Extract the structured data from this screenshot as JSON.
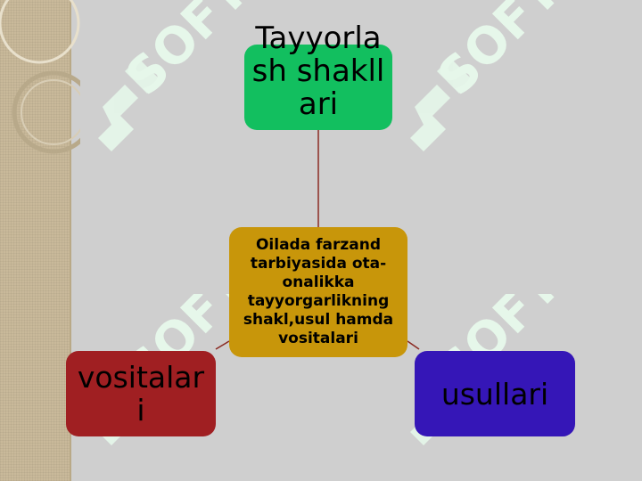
{
  "diagram": {
    "center": {
      "label": "Oilada farzand tarbiyasida ota-onalikka tayyorgarlikning shakl,usul hamda vositalari",
      "color": "#c8960a"
    },
    "top": {
      "label": "Tayyorlash shakllari",
      "color": "#12bf5f"
    },
    "left": {
      "label": "vositalari",
      "color": "#a01f22"
    },
    "right": {
      "label": "usullari",
      "color": "#3516b7"
    },
    "edge_color": "#8b2a22",
    "watermark_text": "SOFT",
    "watermark_color": "#e6f7ea"
  }
}
